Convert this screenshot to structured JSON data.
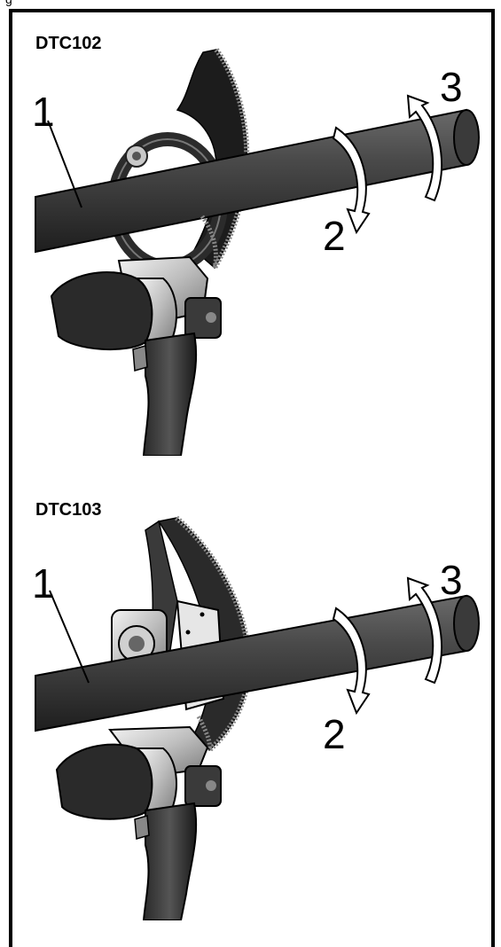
{
  "page": {
    "top_fragment": "g",
    "panels": [
      {
        "model": "DTC102",
        "callouts": {
          "pipe": "1",
          "rotate_down": "2",
          "rotate_up": "3"
        }
      },
      {
        "model": "DTC103",
        "callouts": {
          "pipe": "1",
          "rotate_down": "2",
          "rotate_up": "3"
        }
      }
    ]
  }
}
